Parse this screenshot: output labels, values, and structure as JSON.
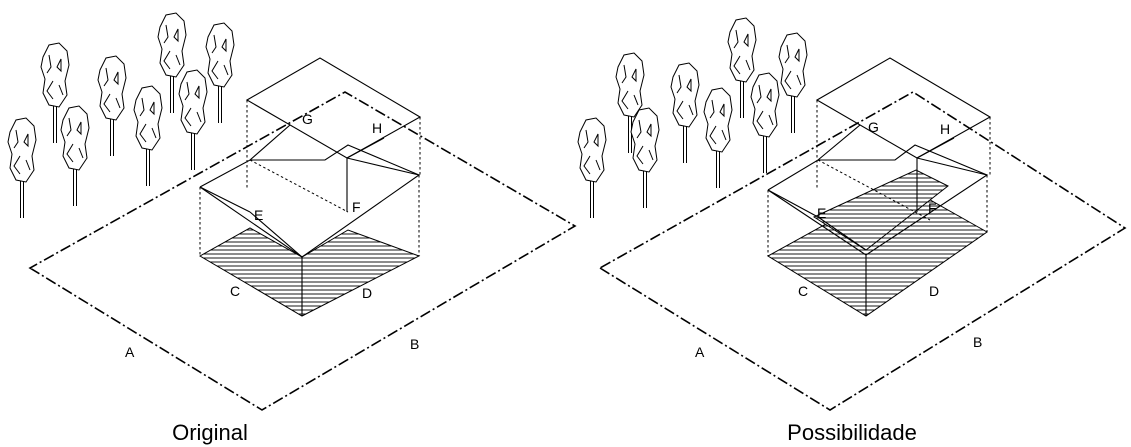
{
  "panels": [
    {
      "caption": "Original",
      "labels": {
        "A": "A",
        "B": "B",
        "C": "C",
        "D": "D",
        "E": "E",
        "F": "F",
        "G": "G",
        "H": "H"
      }
    },
    {
      "caption": "Possibilidade",
      "labels": {
        "A": "A",
        "B": "B",
        "C": "C",
        "D": "D",
        "E": "E",
        "F": "F",
        "G": "G",
        "H": "H"
      }
    }
  ]
}
